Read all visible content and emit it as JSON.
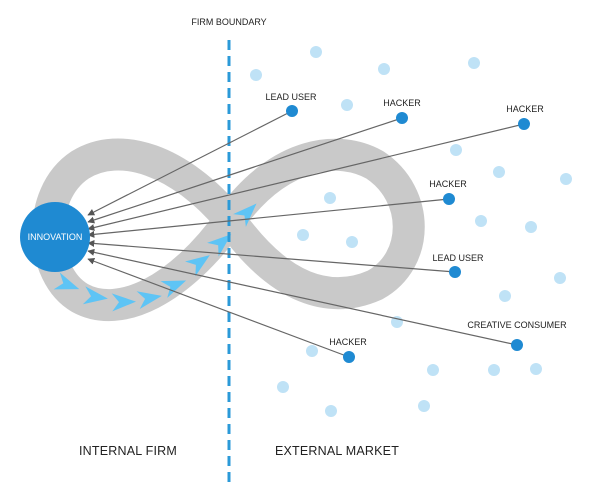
{
  "labels": {
    "firm_boundary": "FIRM BOUNDARY",
    "innovation": "INNOVATION",
    "internal_firm": "INTERNAL FIRM",
    "external_market": "EXTERNAL MARKET"
  },
  "actors": [
    {
      "label": "LEAD USER"
    },
    {
      "label": "HACKER"
    },
    {
      "label": "HACKER"
    },
    {
      "label": "HACKER"
    },
    {
      "label": "LEAD USER"
    },
    {
      "label": "CREATIVE CONSUMER"
    },
    {
      "label": "HACKER"
    }
  ],
  "colors": {
    "innovation_circle": "#1f8ad2",
    "actor_dot": "#1f8ad2",
    "light_dot": "#bfe2f6",
    "infinity_loop": "#c9c9c9",
    "flow_arrow": "#5ec4f5",
    "boundary_line": "#2b9ad8",
    "connector_line": "#666666",
    "text": "#222222"
  },
  "icons": {
    "flow_arrow": "chevron-arrow-icon",
    "arrowhead": "triangle-arrowhead-icon"
  }
}
